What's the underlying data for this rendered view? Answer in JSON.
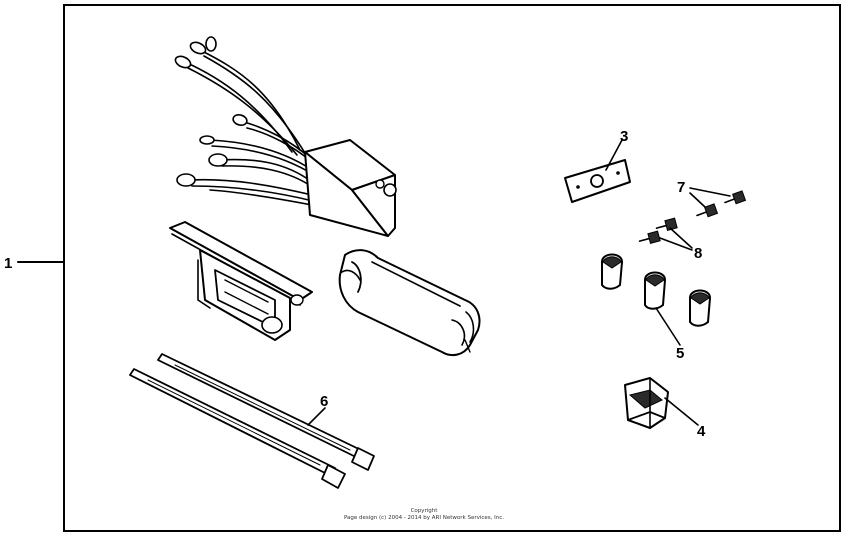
{
  "diagram": {
    "callouts": [
      {
        "id": "1",
        "label": "1"
      },
      {
        "id": "3",
        "label": "3"
      },
      {
        "id": "4",
        "label": "4"
      },
      {
        "id": "5",
        "label": "5"
      },
      {
        "id": "6",
        "label": "6"
      },
      {
        "id": "7",
        "label": "7"
      },
      {
        "id": "8",
        "label": "8"
      }
    ],
    "copyright": {
      "line1": "Copyright",
      "line2": "Page design (c) 2004 - 2014 by ARI Network Services, Inc."
    }
  }
}
